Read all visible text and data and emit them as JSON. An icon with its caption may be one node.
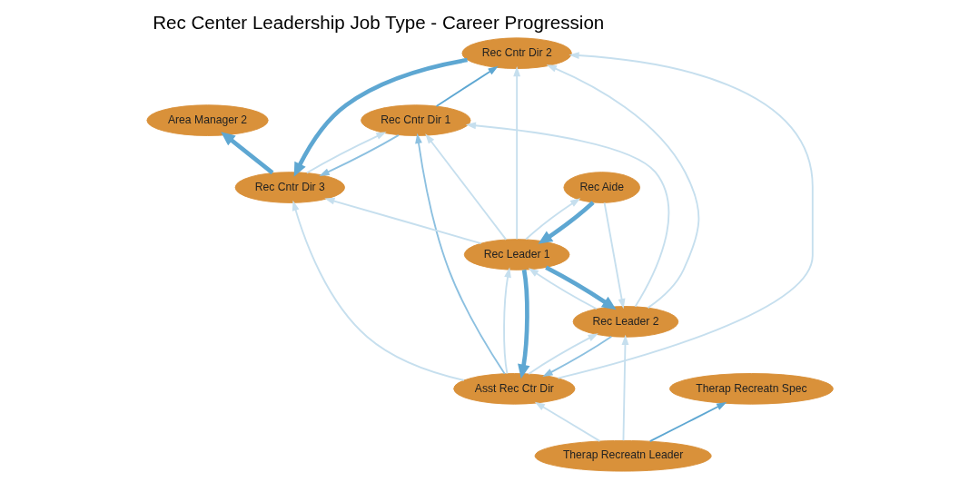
{
  "diagram": {
    "title": "Rec Center Leadership Job Type - Career Progression",
    "nodes": [
      {
        "text": [
          "Area Manager 2"
        ]
      },
      {
        "text": [
          "Therap Recreatn Spec"
        ]
      },
      {
        "text": [
          "Therap Recreatn Leader"
        ]
      },
      {
        "text": [
          "Asst Rec Ctr Dir"
        ]
      },
      {
        "text": [
          "Rec Cntr Dir 3"
        ]
      },
      {
        "text": [
          "Rec Cntr Dir 2"
        ]
      },
      {
        "text": [
          "Rec Cntr Dir 1"
        ]
      },
      {
        "text": [
          "Rec Leader 2"
        ]
      },
      {
        "text": [
          "Rec Leader 1"
        ]
      },
      {
        "text": [
          "Rec Aide"
        ]
      }
    ],
    "edges": [
      {
        "from": 4,
        "to": 0,
        "arrow": "to",
        "style": "thick",
        "color": "#5ea7d2"
      },
      {
        "from": 2,
        "to": 1,
        "arrow": "to",
        "color": "#5ea7d2"
      },
      {
        "from": 2,
        "to": 3,
        "arrow": "to"
      },
      {
        "from": 2,
        "to": 7,
        "arrow": "to"
      },
      {
        "from": 3,
        "to": 4,
        "arrow": "to"
      },
      {
        "from": 3,
        "to": 5,
        "arrow": "to"
      },
      {
        "from": 5,
        "to": 4,
        "arrow": "to",
        "style": "thick",
        "color": "#5ea7d2"
      },
      {
        "from": 8,
        "to": 3,
        "arrow": "to",
        "style": "thick",
        "color": "#5ea7d2"
      },
      {
        "from": 8,
        "to": 7,
        "arrow": "to",
        "style": "thick",
        "color": "#5ea7d2"
      },
      {
        "from": 7,
        "to": 8,
        "arrow": "to"
      },
      {
        "from": 9,
        "to": 8,
        "arrow": "to",
        "style": "thick",
        "color": "#5ea7d2"
      },
      {
        "from": 8,
        "to": 9,
        "arrow": "to"
      },
      {
        "from": 9,
        "to": 7,
        "arrow": "to"
      },
      {
        "from": 7,
        "to": 3,
        "arrow": "to",
        "color": "#8cc0e0"
      },
      {
        "from": 3,
        "to": 7,
        "arrow": "to"
      },
      {
        "from": 6,
        "to": 5,
        "arrow": "to",
        "color": "#5ea7d2"
      },
      {
        "from": 6,
        "to": 4,
        "arrow": "to",
        "color": "#8cc0e0"
      },
      {
        "from": 4,
        "to": 6,
        "arrow": "to"
      },
      {
        "from": 8,
        "to": 6,
        "arrow": "to"
      },
      {
        "from": 3,
        "to": 6,
        "arrow": "to",
        "color": "#8cc0e0"
      },
      {
        "from": 3,
        "to": 8,
        "arrow": "to"
      },
      {
        "from": 7,
        "to": 6,
        "arrow": "to"
      },
      {
        "from": 7,
        "to": 5,
        "arrow": "to"
      },
      {
        "from": 8,
        "to": 5,
        "arrow": "to"
      },
      {
        "from": 8,
        "to": 4,
        "arrow": "to"
      }
    ]
  }
}
